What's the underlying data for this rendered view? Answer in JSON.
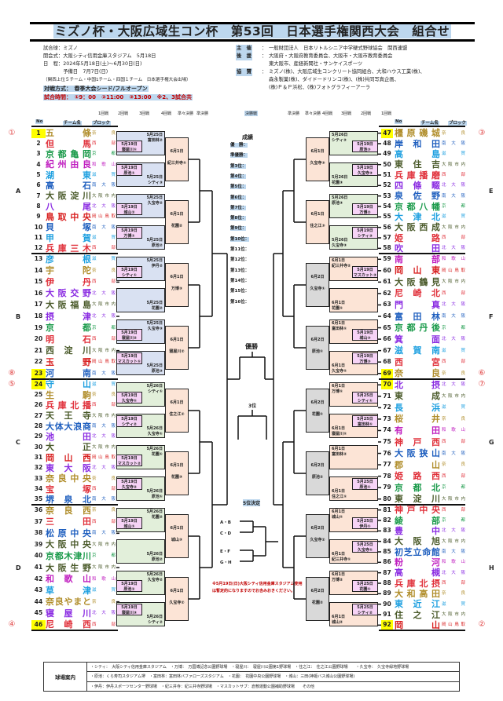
{
  "title": "ミズノ杯・大阪広域生コン杯　第53回　日本選手権関西大会　組合せ",
  "info_left": [
    "試合球：ミズノ",
    "開会式：大阪シティ信用金庫スタジアム　5月18日",
    "日　程：2024年5月18日(土)～6月30日(日)",
    "　　　　予備日　7月7日(日)",
    "（関西上位５チーム・中国1チーム・四国１チーム　日本選手権大会出場）"
  ],
  "format": "対戦方式：　春季大会シード/フルオープン",
  "times": "試合時間：　①9：00　②11:00　③13:00　※2、3試合共",
  "info_right": [
    {
      "label": "主　催",
      "text": "一般財団法人　日本リトルシニア中学硬式野球協会　関西連盟"
    },
    {
      "label": "後　援",
      "text": "大阪府・大阪府教育委員会、大阪市・大阪市教育委員会"
    },
    {
      "label": "",
      "text": "東大阪市、産経新聞社・サンケイスポーツ"
    },
    {
      "label": "協　賛",
      "text": "ミズノ(株)、大阪広域生コンクリート協同組合、大和ハウス工業(株)、"
    },
    {
      "label": "",
      "text": "森永製菓(株)、ダイドードリンコ(株)、(株)共同写真企画、"
    },
    {
      "label": "",
      "text": "(株)Ｐ＆Ｐ浜松、(株)フォトグラフィーアーラ"
    }
  ],
  "rounds_left": [
    "1回戦",
    "2回戦",
    "3回戦",
    "4回戦",
    "準々決勝",
    "準決勝"
  ],
  "final_label": "決勝戦",
  "rounds_right": [
    "準決勝",
    "準々決勝",
    "4回戦",
    "3回戦",
    "2回戦",
    "1回戦"
  ],
  "col_headers": {
    "no": "No",
    "team": "チーム名",
    "block": "ブロック"
  },
  "pref_colors": {
    "奈良": "#b08d2a",
    "西部": "#e0303a",
    "京都": "#1a9a4a",
    "和歌山": "#c020c0",
    "滋賀": "#1ea0e0",
    "南大阪": "#1f5fbf",
    "大阪市内": "#4a5a2a",
    "北大阪": "#8a2be2",
    "岡山鳥取": "#d82020"
  },
  "blocks": [
    {
      "id": "A",
      "side": "left",
      "teams": [
        [
          "1",
          "五條",
          "奈良",
          "①"
        ],
        [
          "2",
          "但馬",
          "西部"
        ],
        [
          "3",
          "京都亀岡",
          "京都"
        ],
        [
          "4",
          "紀州由良",
          "和歌山"
        ],
        [
          "5",
          "湖東",
          "滋賀"
        ],
        [
          "6",
          "高石",
          "南大阪"
        ],
        [
          "7",
          "大阪淀川",
          "大阪市内"
        ],
        [
          "8",
          "八尾",
          "北大阪"
        ],
        [
          "9",
          "鳥取中央",
          "岡山鳥取"
        ],
        [
          "10",
          "貝塚",
          "南大阪"
        ],
        [
          "11",
          "甲賀",
          "滋賀"
        ],
        [
          "12",
          "兵庫三木",
          "西部"
        ]
      ],
      "r2": [
        [
          "5月25日",
          "富田林②"
        ],
        [
          "5月25日",
          "シティ③"
        ],
        [
          "5月25日",
          "久宝寺②"
        ],
        [
          "5月25日",
          "原池②"
        ]
      ],
      "r1": [
        [
          "5月19日",
          "寝屋川①"
        ],
        [
          "5月19日",
          "原池①"
        ],
        [
          "5月19日",
          "城山②"
        ],
        [
          "5月19日",
          "万博①"
        ]
      ],
      "r3": [
        [
          "6月1日",
          "紀三井寺①"
        ],
        [
          "6月1日",
          "花園②"
        ]
      ]
    },
    {
      "id": "B",
      "side": "left",
      "teams": [
        [
          "13",
          "彦根",
          "滋賀"
        ],
        [
          "14",
          "宇陀",
          "奈良"
        ],
        [
          "15",
          "伊丹",
          "西部"
        ],
        [
          "16",
          "大阪交野",
          "北大阪"
        ],
        [
          "17",
          "大阪福島",
          "大阪市内"
        ],
        [
          "18",
          "摂津",
          "北大阪"
        ],
        [
          "19",
          "京都",
          "京都"
        ],
        [
          "20",
          "明石",
          "西部"
        ],
        [
          "21",
          "西淀川",
          "大阪市内"
        ],
        [
          "22",
          "玉野",
          "岡山鳥取"
        ],
        [
          "23",
          "河南",
          "南大阪",
          "⑧"
        ]
      ],
      "r2": [
        [
          "5月25日",
          "伊丹②"
        ],
        [
          "5月25日",
          "花園②"
        ],
        [
          "5月25日",
          "久宝寺③"
        ],
        [
          "5月25日",
          "原池③"
        ]
      ],
      "r1": [
        [
          "5月19日",
          "シティ①"
        ],
        null,
        [
          "5月19日",
          "寝屋川②"
        ],
        [
          "5月19日",
          "マスカット①"
        ]
      ],
      "r3": [
        [
          "6月1日",
          "万博③"
        ],
        [
          "6月1日",
          "寝屋川②"
        ]
      ]
    },
    {
      "id": "C",
      "side": "left",
      "teams": [
        [
          "24",
          "守山",
          "滋賀",
          "⑤"
        ],
        [
          "25",
          "生駒",
          "奈良"
        ],
        [
          "26",
          "兵庫北播",
          "西部"
        ],
        [
          "27",
          "天王寺",
          "大阪市内"
        ],
        [
          "28",
          "大体大浪商",
          "南大阪"
        ],
        [
          "29",
          "池田",
          "北大阪"
        ],
        [
          "30",
          "大正",
          "大阪市内"
        ],
        [
          "31",
          "岡山西",
          "岡山鳥取"
        ],
        [
          "32",
          "東大阪",
          "北大阪"
        ],
        [
          "33",
          "奈良中央",
          "奈良"
        ],
        [
          "34",
          "宝塚",
          "西部"
        ],
        [
          "35",
          "堺泉北",
          "南大阪"
        ]
      ],
      "r2": [
        [
          "5月26日",
          "シティ①"
        ],
        [
          "5月26日",
          "久宝寺①"
        ],
        [
          "5月26日",
          "花園①"
        ],
        [
          "5月26日",
          "原池①"
        ]
      ],
      "r1": [
        [
          "5月19日",
          "久宝寺①"
        ],
        [
          "5月19日",
          "シティ②"
        ],
        [
          "5月19日",
          "マスカット②"
        ],
        [
          "5月19日",
          "久宝寺②"
        ]
      ],
      "r3": [
        [
          "6月1日",
          "住之江②"
        ],
        [
          "6月1日",
          "花園③"
        ]
      ]
    },
    {
      "id": "D",
      "side": "left",
      "teams": [
        [
          "36",
          "奈良西",
          "奈良"
        ],
        [
          "37",
          "三田",
          "西部"
        ],
        [
          "38",
          "松原中央",
          "南大阪"
        ],
        [
          "39",
          "大阪中央",
          "大阪市内"
        ],
        [
          "40",
          "京都木津川",
          "京都"
        ],
        [
          "41",
          "大阪生野",
          "大阪市内"
        ],
        [
          "42",
          "和歌山",
          "和歌山"
        ],
        [
          "43",
          "草津",
          "滋賀"
        ],
        [
          "44",
          "奈良やまと",
          "奈良"
        ],
        [
          "45",
          "寝屋川",
          "北大阪"
        ],
        [
          "46",
          "尼崎西",
          "西部",
          "④"
        ]
      ],
      "r2": [
        [
          "5月26日",
          "花園②"
        ],
        [
          "5月26日",
          "原池②"
        ],
        [
          "5月26日",
          "久宝寺②"
        ],
        [
          "5月26日",
          "シティ②"
        ]
      ],
      "r1": [
        [
          "5月19日",
          "城山①"
        ],
        null,
        [
          "5月19日",
          "原池②"
        ],
        [
          "5月19日",
          "寝屋川③"
        ]
      ],
      "r3": [
        [
          "6月1日",
          "城山③"
        ],
        [
          "6月1日",
          "久宝寺②"
        ]
      ]
    },
    {
      "id": "E",
      "side": "right",
      "teams": [
        [
          "47",
          "橿原磯城",
          "奈良",
          "③"
        ],
        [
          "48",
          "岸和田",
          "南大阪"
        ],
        [
          "49",
          "高島",
          "滋賀"
        ],
        [
          "50",
          "東住吉",
          "大阪市内"
        ],
        [
          "51",
          "兵庫播磨",
          "西部"
        ],
        [
          "52",
          "四條畷",
          "北大阪"
        ],
        [
          "53",
          "泉佐野",
          "南大阪"
        ],
        [
          "54",
          "京都八幡",
          "京都"
        ],
        [
          "55",
          "大津北",
          "滋賀"
        ],
        [
          "56",
          "大阪西成",
          "大阪市内"
        ],
        [
          "57",
          "姫路",
          "西部"
        ],
        [
          "58",
          "吹田",
          "北大阪"
        ]
      ],
      "r2": [
        [
          "5月26日",
          "シティ③"
        ],
        [
          "5月26日",
          "花園③"
        ],
        [
          "5月26日",
          "原池③"
        ],
        [
          "5月26日",
          "久宝寺③"
        ]
      ],
      "r1": [
        [
          "5月19日",
          "原池③"
        ],
        [
          "5月19日",
          "久宝寺③"
        ],
        [
          "5月19日",
          "万博②"
        ],
        [
          "5月19日",
          "シティ③"
        ]
      ],
      "r3": [
        [
          "6月1日",
          "久宝寺③"
        ],
        [
          "6月1日",
          "住之江③"
        ]
      ]
    },
    {
      "id": "F",
      "side": "right",
      "teams": [
        [
          "59",
          "南部",
          "和歌山"
        ],
        [
          "60",
          "岡山東",
          "岡山鳥取"
        ],
        [
          "61",
          "大阪鶴見",
          "大阪市内"
        ],
        [
          "62",
          "尼崎北",
          "西部"
        ],
        [
          "63",
          "門真",
          "北大阪"
        ],
        [
          "64",
          "富田林",
          "南大阪"
        ],
        [
          "65",
          "京都丹後",
          "京都"
        ],
        [
          "66",
          "箕面",
          "北大阪"
        ],
        [
          "67",
          "滋賀南",
          "滋賀"
        ],
        [
          "68",
          "西宮",
          "西部"
        ],
        [
          "69",
          "奈良",
          "奈良",
          "⑥"
        ]
      ],
      "r2": [
        [
          "6月1日",
          "紀三井寺②"
        ],
        [
          "6月1日",
          "花園①"
        ],
        [
          "6月1日",
          "富田林①"
        ],
        [
          "6月1日",
          "久宝寺①"
        ]
      ],
      "r1": [
        [
          "5月19日",
          "マスカット③"
        ],
        null,
        [
          "5月19日",
          "城山③"
        ],
        [
          "5月19日",
          "万博③"
        ]
      ],
      "r3": [
        [
          "6月2日",
          "久宝寺①"
        ],
        [
          "6月2日",
          "原池①"
        ]
      ]
    },
    {
      "id": "G",
      "side": "right",
      "teams": [
        [
          "70",
          "北摂",
          "北大阪",
          "⑦"
        ],
        [
          "71",
          "東成",
          "大阪市内"
        ],
        [
          "72",
          "長浜",
          "滋賀"
        ],
        [
          "73",
          "桜井",
          "奈良"
        ],
        [
          "74",
          "有田",
          "和歌山"
        ],
        [
          "75",
          "神戸西",
          "西部"
        ],
        [
          "76",
          "大阪狭山",
          "南大阪"
        ],
        [
          "77",
          "郡山",
          "奈良"
        ],
        [
          "78",
          "姫路西",
          "西部"
        ],
        [
          "79",
          "京都北",
          "京都"
        ],
        [
          "80",
          "東淀川",
          "大阪市内"
        ]
      ],
      "r2": [
        [
          "6月1日",
          "万博①"
        ],
        [
          "6月1日",
          "寝屋川①"
        ],
        [
          "6月1日",
          "富田林②"
        ],
        [
          "6月1日",
          "住之江①"
        ]
      ],
      "r1": [
        [
          "5月25日",
          "シティ①"
        ],
        [
          "5月25日",
          "富田林①"
        ],
        null,
        [
          "5月25日",
          "原池①"
        ]
      ],
      "r3": [
        [
          "6月2日",
          "花園①"
        ],
        [
          "6月2日",
          "原池②"
        ]
      ]
    },
    {
      "id": "H",
      "side": "right",
      "teams": [
        [
          "81",
          "神戸中央",
          "西部"
        ],
        [
          "82",
          "綾部",
          "京都"
        ],
        [
          "83",
          "豊中",
          "北大阪"
        ],
        [
          "84",
          "大阪旭",
          "大阪市内"
        ],
        [
          "85",
          "初芝立命館",
          "南大阪"
        ],
        [
          "86",
          "粉河",
          "和歌山"
        ],
        [
          "87",
          "高槻",
          "北大阪"
        ],
        [
          "88",
          "兵庫北摂",
          "西部"
        ],
        [
          "89",
          "大和高田",
          "奈良"
        ],
        [
          "90",
          "東近江",
          "滋賀"
        ],
        [
          "91",
          "住之江",
          "大阪市内"
        ],
        [
          "92",
          "岡山",
          "岡山鳥取",
          "②"
        ]
      ],
      "r2": [
        [
          "6月1日",
          "城山①"
        ],
        [
          "6月1日",
          "紀三井寺①"
        ],
        [
          "6月1日",
          "万博②"
        ],
        [
          "6月1日",
          "城山②"
        ]
      ],
      "r1": [
        [
          "5月25日",
          "伊丹①"
        ],
        [
          "5月25日",
          "久宝寺①"
        ],
        [
          "5月25日",
          "花園①"
        ],
        [
          "5月25日",
          "シティ②"
        ]
      ],
      "r3": [
        [
          "6月2日",
          "久宝寺②"
        ],
        [
          "6月2日",
          "花園②"
        ]
      ]
    }
  ],
  "results": {
    "title": "成績",
    "rows": [
      "優　勝：",
      "準優勝：",
      "第3位：",
      "第4位：",
      "第5位：",
      "第6位：",
      "第7位：",
      "第8位：",
      "第9位：",
      "第10位：",
      "第11位：",
      "第12位：",
      "第13位：",
      "第14位：",
      "第15位：",
      "第16位："
    ]
  },
  "champion_label": "優勝",
  "third_label": "3位",
  "fifth": {
    "title": "5位決定",
    "pairs": [
      "A・B",
      "C・D",
      "E・F",
      "G・H"
    ]
  },
  "note": "※5月19日(日)大阪シティ信用金庫スタジアム使用は暫定的になりますのでお含みおきください。",
  "venue": {
    "label": "球場案内",
    "rows": [
      "・シティ：　大阪シティ信用金庫スタジアム　・万博：　万国博記念公園野球場　・寝屋川：　寝屋川公園第1野球場　・住之江：　住之江公園野球場　　・久宝寺：　久宝寺緑地野球場",
      "・原池：くら寿司スタジアム堺　・富田林：富田林バファローズスタジアム　・花園：　花園中央公園野球場　・城山：三田(神姫バス城山公園野球場)",
      "・伊丹：伊丹スポーツセンター野球場　・紀三井寺：紀三井寺野球場　・マスカットサブ：倉敷運動公園補助野球場　　その他"
    ]
  }
}
